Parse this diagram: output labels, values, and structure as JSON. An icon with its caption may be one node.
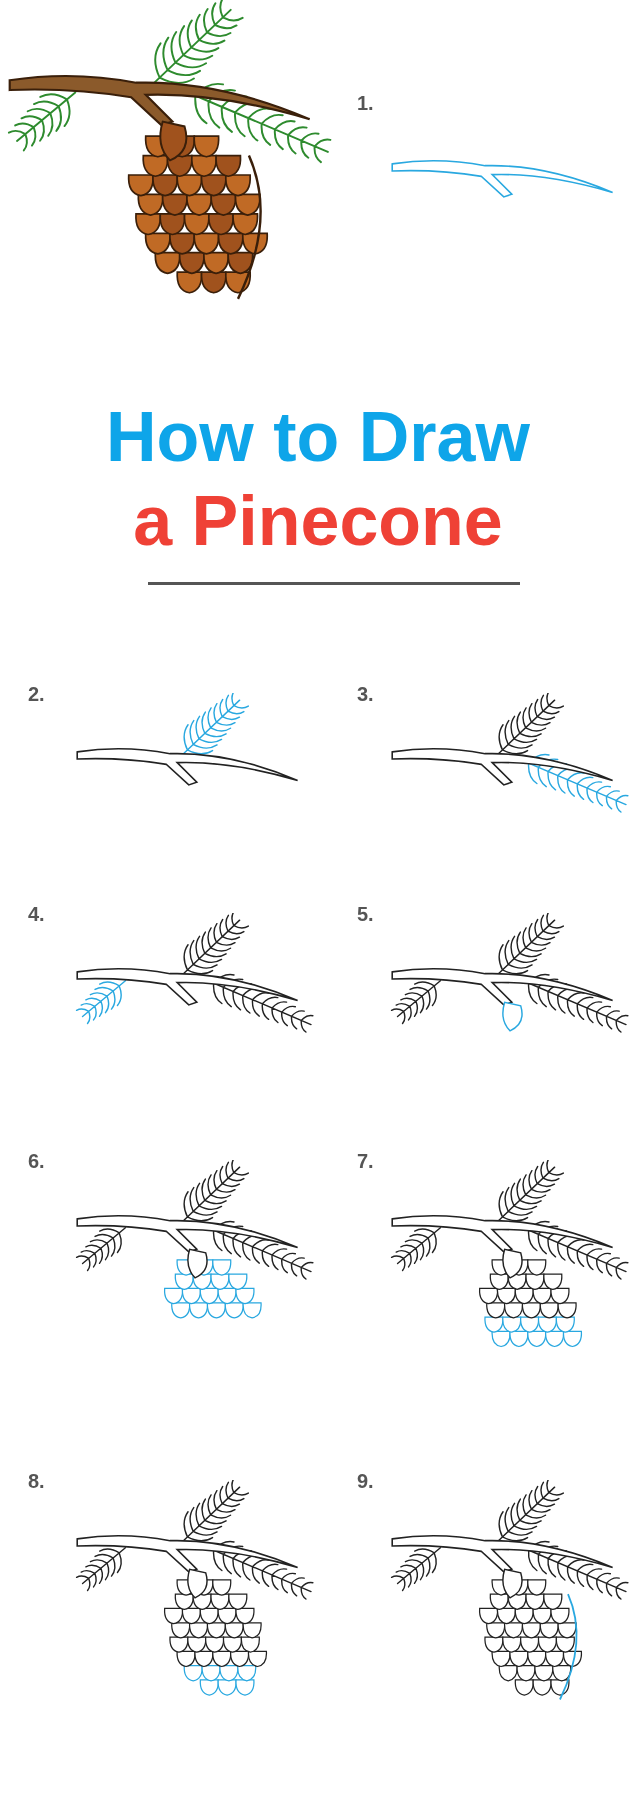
{
  "diagram": {
    "title": "How to Draw a Pinecone",
    "labels": [
      "1.",
      "2.",
      "3.",
      "4.",
      "5.",
      "6.",
      "7.",
      "8.",
      "9."
    ]
  }
}
